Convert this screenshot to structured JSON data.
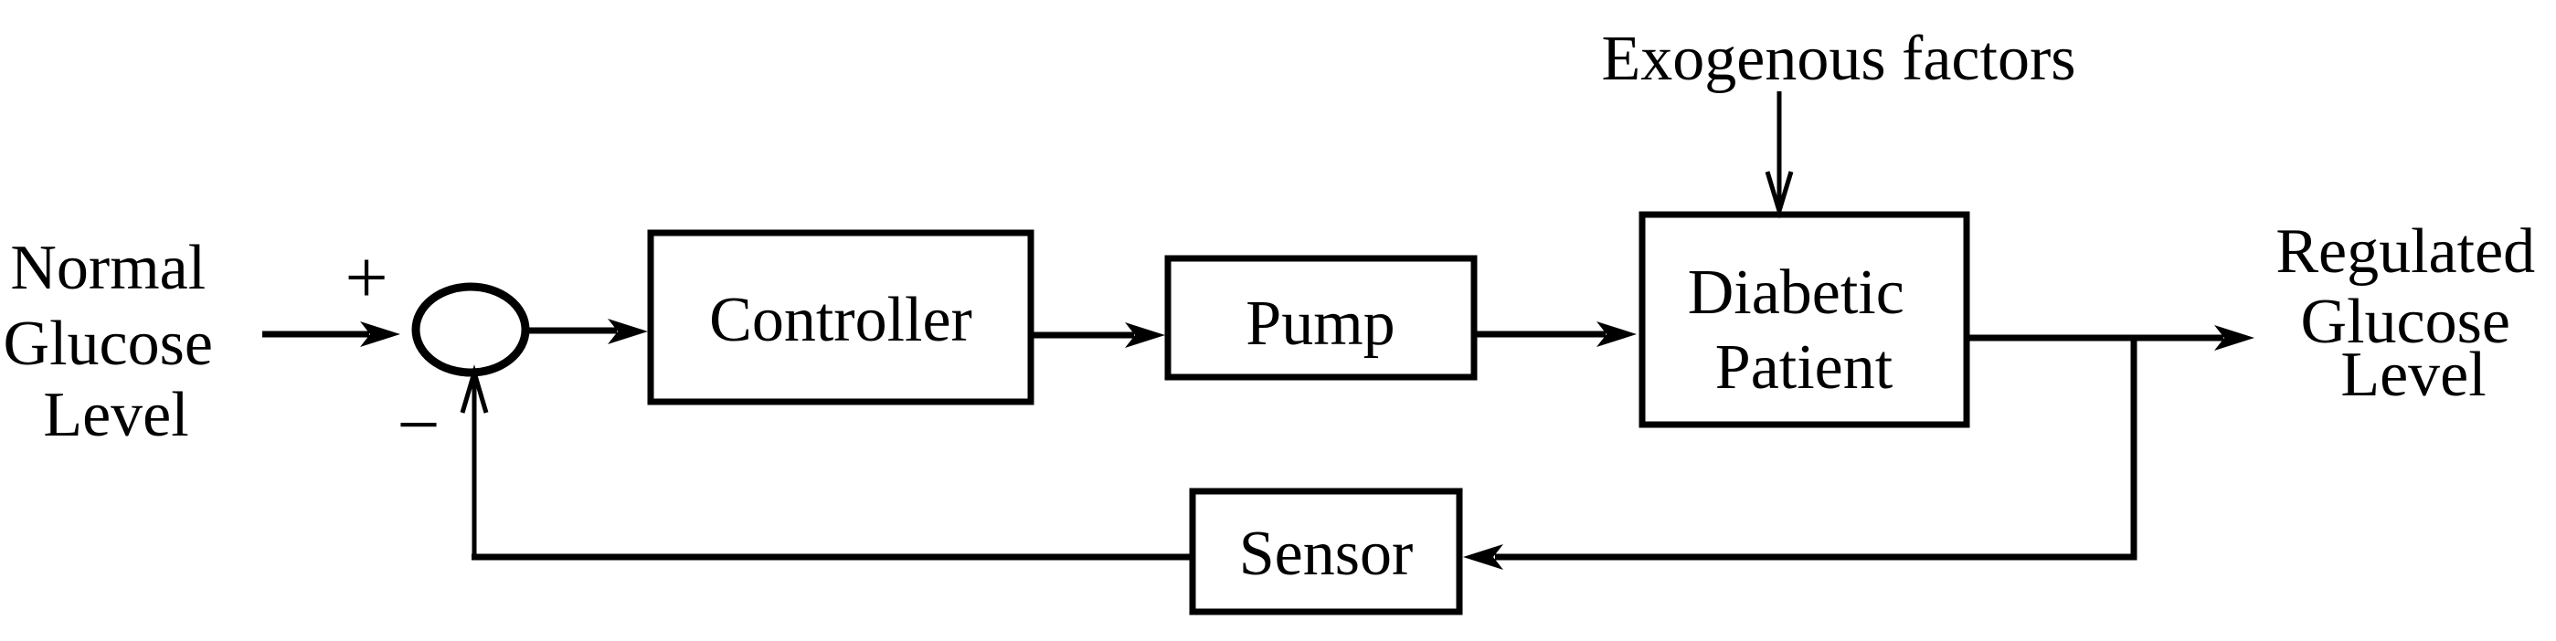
{
  "diagram": {
    "labels": {
      "setpoint": {
        "lines": [
          "Normal",
          "Glucose",
          "Level"
        ]
      },
      "output": {
        "lines": [
          "Regulated",
          "Glucose",
          "Level"
        ]
      },
      "disturbance": "Exogenous factors"
    },
    "signs": {
      "plus": "+",
      "minus": "−"
    },
    "blocks": {
      "controller": "Controller",
      "pump": "Pump",
      "patient": {
        "lines": [
          "Diabetic",
          "Patient"
        ]
      },
      "sensor": "Sensor"
    },
    "colors": {
      "ink": "#000000",
      "background": "#ffffff"
    }
  }
}
